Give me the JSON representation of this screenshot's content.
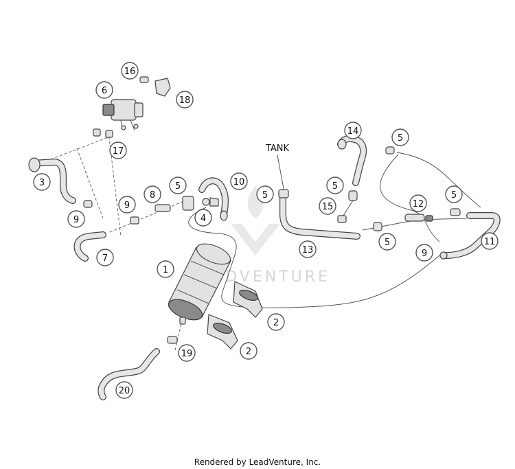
{
  "callouts": [
    "1",
    "2",
    "2",
    "3",
    "4",
    "5",
    "5",
    "5",
    "5",
    "5",
    "5",
    "6",
    "7",
    "8",
    "9",
    "9",
    "9",
    "10",
    "11",
    "12",
    "13",
    "14",
    "15",
    "16",
    "17",
    "18",
    "19",
    "20"
  ],
  "labels": {
    "tank": "TANK"
  },
  "watermark": {
    "brand": "LEADVENTURE"
  },
  "footer": {
    "credit": "Rendered by LeadVenture, Inc."
  },
  "colors": {
    "line": "#444444",
    "part": "#e2e2e2",
    "dark": "#8a8a8a",
    "watermark": "#d6d6d6"
  }
}
